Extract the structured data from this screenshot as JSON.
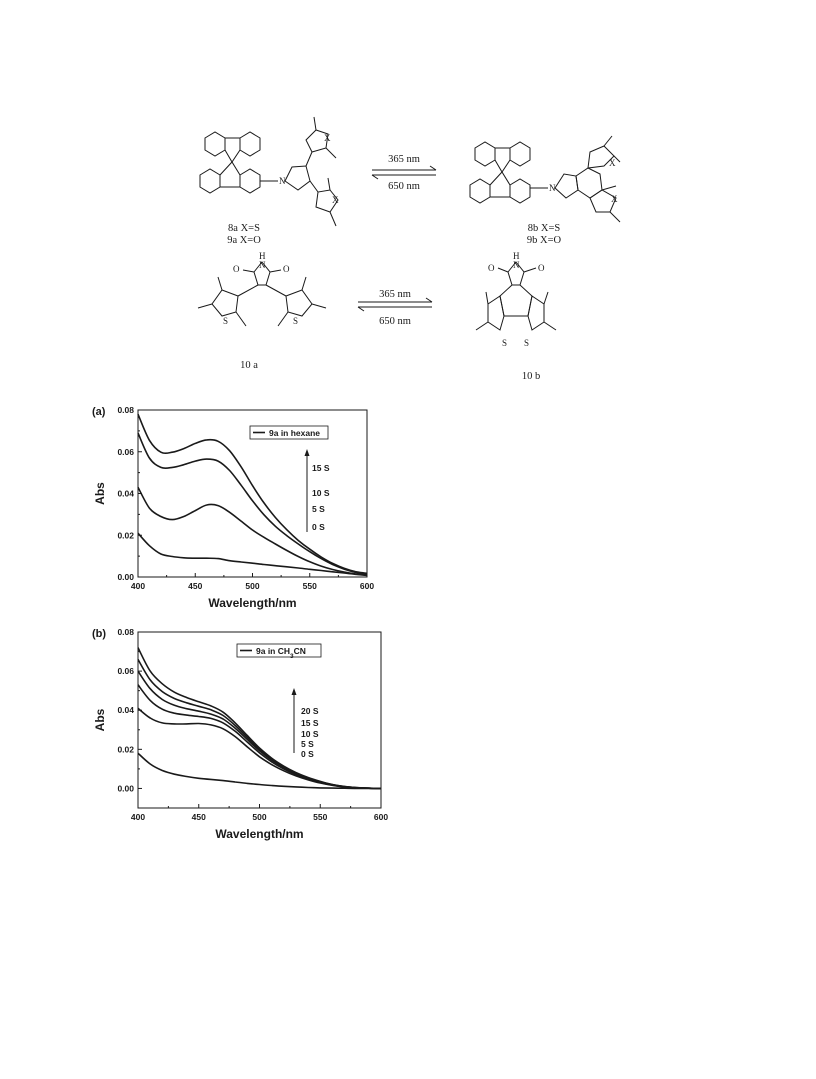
{
  "scheme": {
    "row1": {
      "arrow_forward": "365 nm",
      "arrow_reverse": "650 nm",
      "left_labels": [
        "8a X=S",
        "9a X=O"
      ],
      "right_labels": [
        "8b X=S",
        "9b X=O"
      ]
    },
    "row2": {
      "arrow_forward": "365 nm",
      "arrow_reverse": "650 nm",
      "left_label": "10 a",
      "right_label": "10 b"
    }
  },
  "chart_data": [
    {
      "type": "line",
      "panel_label": "(a)",
      "xlabel": "Wavelength/nm",
      "ylabel": "Abs",
      "xlim": [
        400,
        600
      ],
      "ylim": [
        0,
        0.08
      ],
      "xticks": [
        "400",
        "450",
        "500",
        "550",
        "600"
      ],
      "yticks": [
        "0.00",
        "0.02",
        "0.04",
        "0.06",
        "0.08"
      ],
      "legend": "9a in hexane",
      "legend_position": "top-right",
      "time_labels": [
        "15 S",
        "10 S",
        "5 S",
        "0 S"
      ],
      "x": [
        400,
        410,
        420,
        430,
        440,
        450,
        460,
        470,
        480,
        490,
        500,
        510,
        520,
        530,
        540,
        550,
        560,
        570,
        580,
        590,
        600
      ],
      "series": [
        {
          "time": "0 S",
          "values": [
            0.021,
            0.015,
            0.011,
            0.0098,
            0.0092,
            0.009,
            0.009,
            0.0088,
            0.0078,
            0.0072,
            0.0066,
            0.006,
            0.0054,
            0.0049,
            0.0043,
            0.0037,
            0.0031,
            0.0025,
            0.0019,
            0.0013,
            0.0007
          ]
        },
        {
          "time": "5 S",
          "values": [
            0.043,
            0.033,
            0.029,
            0.0275,
            0.029,
            0.0318,
            0.0345,
            0.0342,
            0.031,
            0.0268,
            0.0225,
            0.019,
            0.0158,
            0.0127,
            0.0098,
            0.0073,
            0.0052,
            0.0036,
            0.0024,
            0.0015,
            0.0009
          ]
        },
        {
          "time": "10 S",
          "values": [
            0.069,
            0.057,
            0.0525,
            0.0525,
            0.0538,
            0.0555,
            0.0565,
            0.0555,
            0.051,
            0.044,
            0.0365,
            0.0298,
            0.0243,
            0.0198,
            0.0158,
            0.0121,
            0.0088,
            0.006,
            0.0038,
            0.0022,
            0.0013
          ]
        },
        {
          "time": "15 S",
          "values": [
            0.078,
            0.0655,
            0.0598,
            0.0598,
            0.0615,
            0.064,
            0.0657,
            0.065,
            0.0605,
            0.0528,
            0.0438,
            0.0355,
            0.0285,
            0.0226,
            0.0175,
            0.0133,
            0.0096,
            0.0065,
            0.0042,
            0.0026,
            0.0017
          ]
        }
      ]
    },
    {
      "type": "line",
      "panel_label": "(b)",
      "xlabel": "Wavelength/nm",
      "ylabel": "Abs",
      "xlim": [
        400,
        600
      ],
      "ylim": [
        -0.01,
        0.08
      ],
      "xticks": [
        "400",
        "450",
        "500",
        "550",
        "600"
      ],
      "yticks": [
        "0.00",
        "0.02",
        "0.04",
        "0.06",
        "0.08"
      ],
      "legend": "9a in CH3CN",
      "legend_position": "top-right",
      "time_labels": [
        "20 S",
        "15 S",
        "10 S",
        "5 S",
        "0 S"
      ],
      "x": [
        400,
        410,
        420,
        430,
        440,
        450,
        460,
        470,
        480,
        490,
        500,
        510,
        520,
        530,
        540,
        550,
        560,
        570,
        580,
        590,
        600
      ],
      "series": [
        {
          "time": "0 S",
          "values": [
            0.018,
            0.0125,
            0.0092,
            0.0073,
            0.0061,
            0.0052,
            0.0046,
            0.004,
            0.0033,
            0.0026,
            0.002,
            0.0015,
            0.0011,
            0.0008,
            0.0005,
            0.0003,
            0.0002,
            0.0001,
            0.0,
            0.0,
            0.0
          ]
        },
        {
          "time": "5 S",
          "values": [
            0.041,
            0.036,
            0.0335,
            0.033,
            0.033,
            0.0332,
            0.0325,
            0.0305,
            0.0265,
            0.0212,
            0.0162,
            0.0122,
            0.009,
            0.0064,
            0.0044,
            0.0028,
            0.0016,
            0.0008,
            0.0003,
            0.0001,
            0.0
          ]
        },
        {
          "time": "10 S",
          "values": [
            0.053,
            0.045,
            0.0405,
            0.0385,
            0.0375,
            0.0368,
            0.0358,
            0.0335,
            0.0292,
            0.0237,
            0.0182,
            0.0136,
            0.01,
            0.0071,
            0.0048,
            0.003,
            0.0017,
            0.0008,
            0.0003,
            0.0001,
            0.0
          ]
        },
        {
          "time": "15 S",
          "values": [
            0.06,
            0.051,
            0.0455,
            0.0425,
            0.0408,
            0.0395,
            0.038,
            0.0355,
            0.0308,
            0.025,
            0.0193,
            0.0145,
            0.0107,
            0.0076,
            0.0052,
            0.0033,
            0.0018,
            0.0009,
            0.0004,
            0.0001,
            0.0
          ]
        },
        {
          "time": "20 S",
          "values": [
            0.066,
            0.0555,
            0.0495,
            0.046,
            0.0438,
            0.042,
            0.0402,
            0.0373,
            0.0322,
            0.026,
            0.02,
            0.015,
            0.011,
            0.0079,
            0.0054,
            0.0034,
            0.0019,
            0.001,
            0.0004,
            0.0001,
            0.0
          ]
        },
        {
          "time": "",
          "values": [
            0.072,
            0.06,
            0.0535,
            0.0492,
            0.0465,
            0.0443,
            0.0422,
            0.039,
            0.0335,
            0.027,
            0.0207,
            0.0155,
            0.0114,
            0.0081,
            0.0056,
            0.0036,
            0.002,
            0.001,
            0.0004,
            0.0001,
            0.0
          ]
        }
      ]
    }
  ]
}
